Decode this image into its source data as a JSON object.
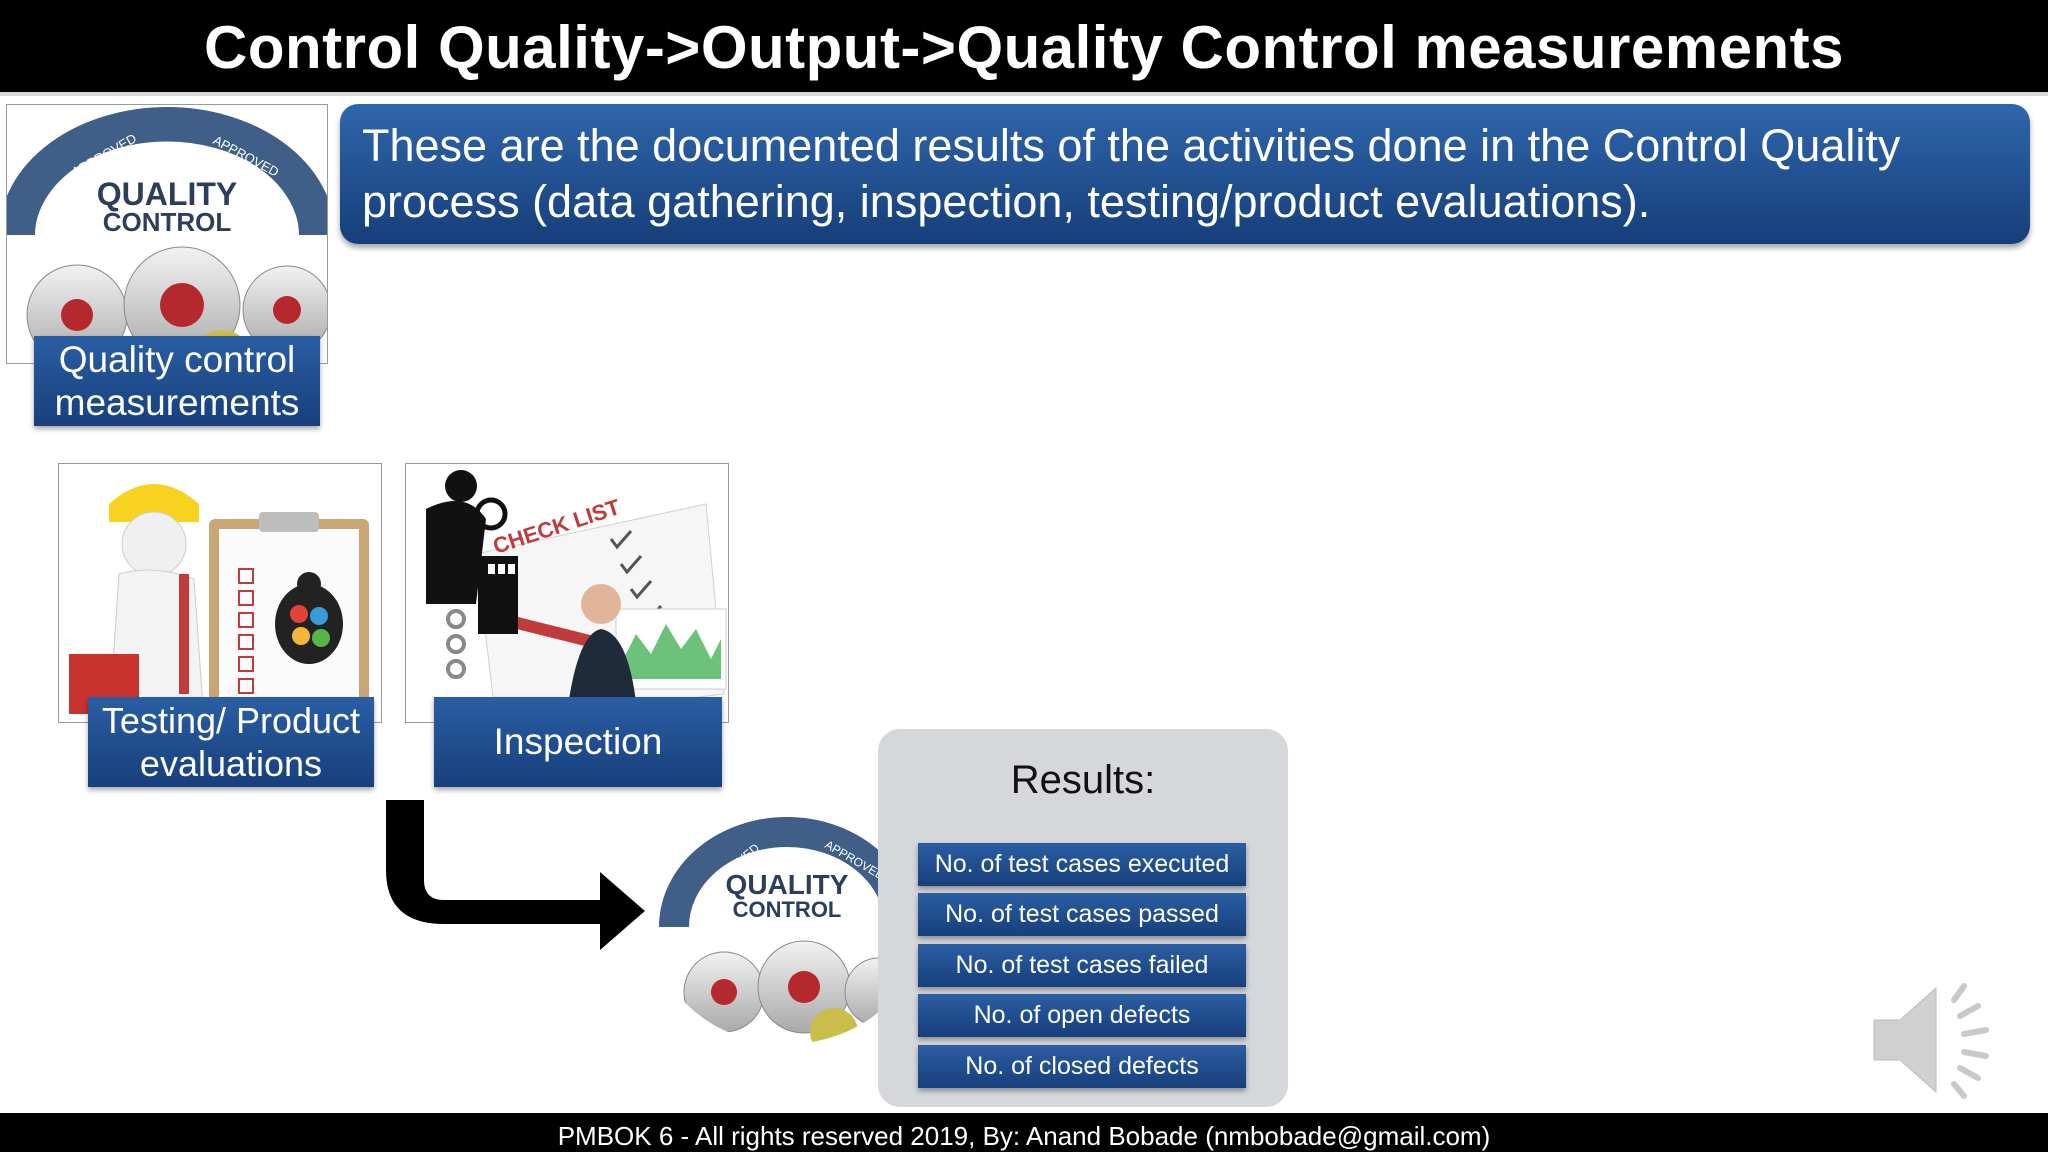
{
  "slide": {
    "title": "Control Quality->Output->Quality Control measurements",
    "description": "These are the documented results of the activities done in the Control Quality process (data gathering, inspection, testing/product evaluations)."
  },
  "qc_image": {
    "badge_top_left": "APPROVED",
    "badge_top_right": "APPROVED",
    "badge_line1": "QUALITY",
    "badge_line2": "CONTROL",
    "label": "Quality control measurements"
  },
  "testing_card": {
    "label": "Testing/ Product evaluations",
    "icon": "worker-with-checklist-and-bug-icon"
  },
  "inspection_card": {
    "label": "Inspection",
    "checklist_text": "CHECK LIST",
    "icon": "inspector-with-checklist-icon"
  },
  "results": {
    "title": "Results:",
    "items": [
      "No. of test cases executed",
      "No. of test cases passed",
      "No. of test cases failed",
      "No. of open defects",
      "No. of closed defects"
    ]
  },
  "footer": {
    "text": "PMBOK 6 - All rights reserved 2019,  By: Anand Bobade (nmbobade@gmail.com)"
  },
  "colors": {
    "title_bg": "#000000",
    "box_blue": "#1f4f92",
    "panel_gray": "#d5d7db"
  }
}
